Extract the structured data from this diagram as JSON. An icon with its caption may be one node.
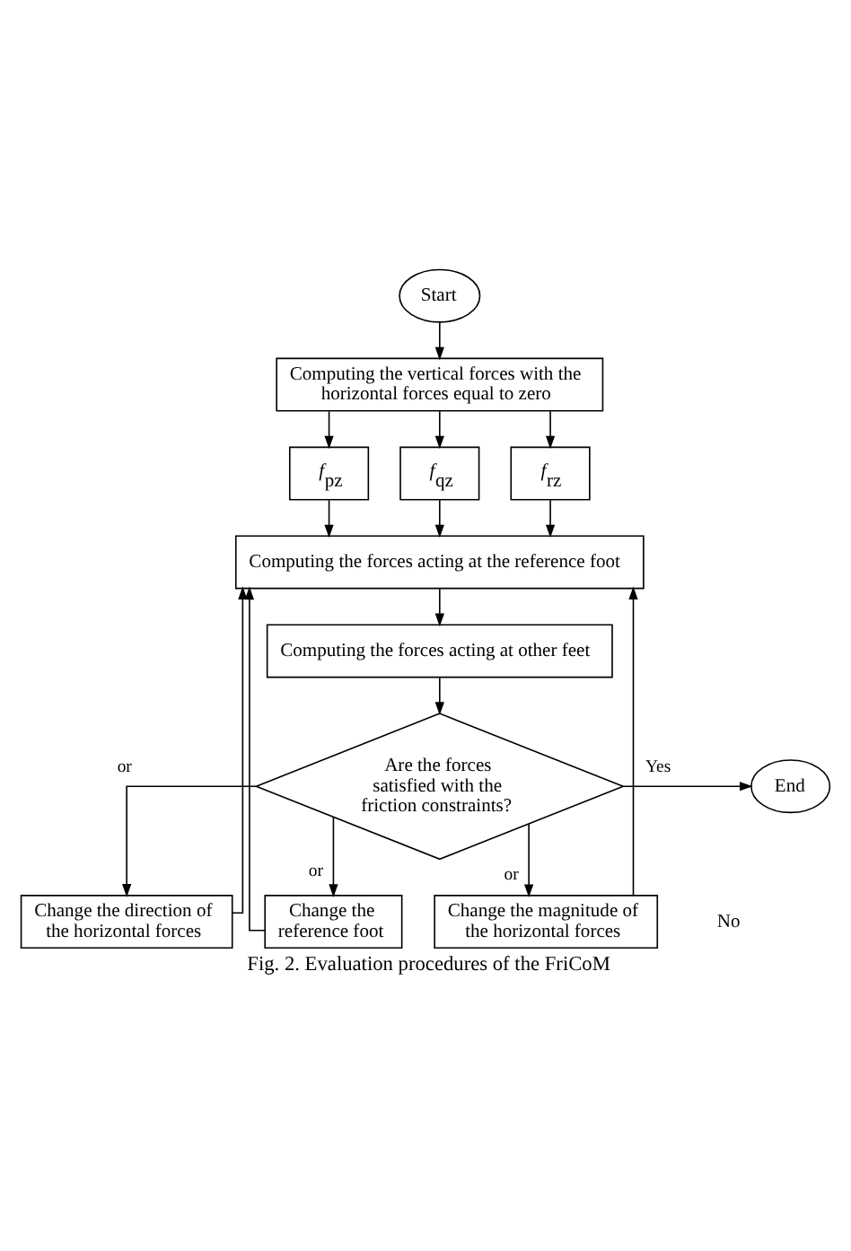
{
  "diagram": {
    "caption": "Fig. 2. Evaluation procedures of the FriCoM",
    "nodes": [
      {
        "text": [
          "Start"
        ]
      },
      {
        "text": [
          "Computing the vertical forces with the horizontal forces equal to zero"
        ]
      },
      {
        "text": [
          "*f*$_{pz}$"
        ]
      },
      {
        "text": [
          "*f*$_{qz}$"
        ]
      },
      {
        "text": [
          "*f*$_{rz}$"
        ]
      },
      {
        "text": [
          "Computing the forces acting at the reference foot"
        ]
      },
      {
        "text": [
          "Computing the forces acting at other feet"
        ]
      },
      {
        "text": [
          "Are the forces satisfied with the friction constraints?"
        ]
      },
      {
        "text": [
          "End"
        ]
      },
      {
        "text": [
          "Change the direction of the horizontal forces"
        ]
      },
      {
        "text": [
          "Change the reference foot"
        ]
      },
      {
        "text": [
          "Change the magnitude of the horizontal forces"
        ]
      }
    ],
    "edges": [
      {
        "from": 0,
        "to": 1,
        "arrow": "to"
      },
      {
        "from": 1,
        "to": 2,
        "arrow": "to"
      },
      {
        "from": 1,
        "to": 3,
        "arrow": "to"
      },
      {
        "from": 1,
        "to": 4,
        "arrow": "to"
      },
      {
        "from": 2,
        "to": 5,
        "arrow": "to"
      },
      {
        "from": 3,
        "to": 5,
        "arrow": "to"
      },
      {
        "from": 4,
        "to": 5,
        "arrow": "to"
      },
      {
        "from": 5,
        "to": 6,
        "arrow": "to"
      },
      {
        "from": 6,
        "to": 7,
        "arrow": "to"
      },
      {
        "from": 7,
        "to": 8,
        "arrow": "to",
        "label": "Yes"
      },
      {
        "from": 7,
        "to": 9,
        "arrow": "to",
        "label": "or"
      },
      {
        "from": 7,
        "to": 11,
        "arrow": "to",
        "label": "or"
      },
      {
        "from": 7,
        "to": 10,
        "arrow": "to",
        "label": "or"
      },
      {
        "from": 9,
        "to": 5,
        "arrow": "to"
      },
      {
        "from": 11,
        "to": 5,
        "arrow": "to"
      },
      {
        "from": 10,
        "to": 5,
        "arrow": "to"
      }
    ],
    "labels": [
      "No"
    ]
  }
}
